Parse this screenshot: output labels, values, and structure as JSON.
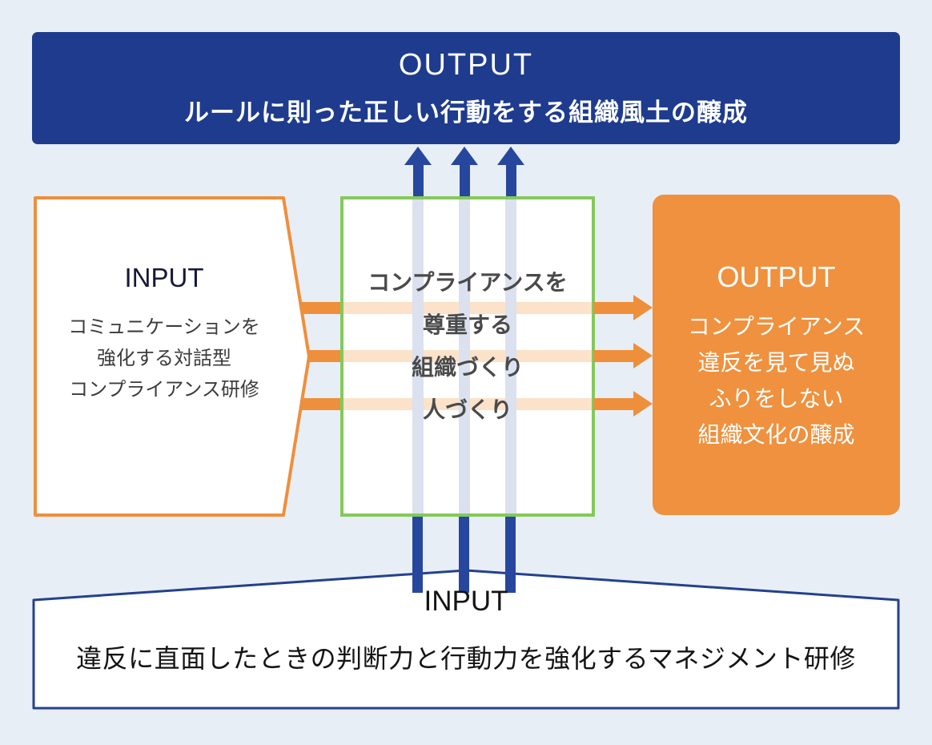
{
  "diagram": {
    "top_banner": {
      "title": "OUTPUT",
      "subtitle": "ルールに則った正しい行動をする組織風土の醸成"
    },
    "left_box": {
      "title": "INPUT",
      "lines": [
        "コミュニケーションを",
        "強化する対話型",
        "コンプライアンス研修"
      ]
    },
    "center_box": {
      "lines": [
        "コンプライアンスを",
        "尊重する",
        "組織づくり",
        "人づくり"
      ]
    },
    "right_box": {
      "title": "OUTPUT",
      "lines": [
        "コンプライアンス",
        "違反を見て見ぬ",
        "ふりをしない",
        "組織文化の醸成"
      ]
    },
    "bottom_box": {
      "title": "INPUT",
      "text": "違反に直面したときの判断力と行動力を強化するマネジメント研修"
    }
  },
  "colors": {
    "background": "#e8eef5",
    "navy": "#1e3b8e",
    "arrow_blue": "#27479f",
    "orange": "#ee8f3c",
    "orange_box": "#ef913e",
    "green_border": "#84c95b",
    "pale_blue_stripe": "#dbe1ee",
    "pale_orange_stripe": "#fbe2c9"
  }
}
